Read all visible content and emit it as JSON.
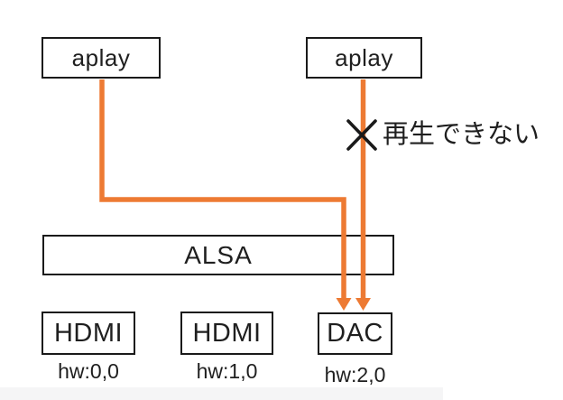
{
  "palette": {
    "background": "#ffffff",
    "connector_orange": "#ed7a33",
    "box_border_black": "#1a1a1a",
    "text_black": "#1f1f1f",
    "bottom_strip_gray": "#f5f5f6"
  },
  "diagram": {
    "nodes": {
      "aplay_left": {
        "label": "aplay"
      },
      "aplay_right": {
        "label": "aplay"
      },
      "alsa": {
        "label": "ALSA"
      },
      "hdmi0": {
        "label": "HDMI",
        "device": "hw:0,0"
      },
      "hdmi1": {
        "label": "HDMI",
        "device": "hw:1,0"
      },
      "dac": {
        "label": "DAC",
        "device": "hw:2,0"
      }
    },
    "annotation": {
      "icon": "cross-icon",
      "text": "再生できない"
    },
    "connections": [
      {
        "from": "aplay_left",
        "to": "dac",
        "style": "orange-arrow",
        "route": "down-right-down"
      },
      {
        "from": "aplay_right",
        "to": "dac",
        "style": "orange-arrow",
        "route": "straight-down",
        "blocked": true
      }
    ]
  }
}
